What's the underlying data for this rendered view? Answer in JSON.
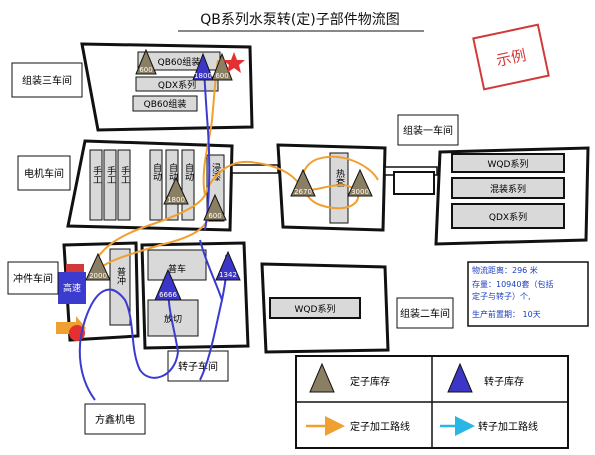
{
  "title": "QB系列水泵转(定)子部件物流图",
  "stamp": "示例",
  "workshops": {
    "assembly3": "组装三车间",
    "motor": "电机车间",
    "stamping": "冲件车间",
    "assembly1": "组装一车间",
    "assembly2": "组装二车间",
    "rotor": "转子车间",
    "supplier": "方鑫机电"
  },
  "stations": {
    "qb60_assembly_top": "QB60组装",
    "qdx_series_top": "QDX系列",
    "qb60_assembly_bottom": "QB60组装",
    "manual_1": "手工",
    "manual_2": "手工",
    "manual_3": "手工",
    "auto_1": "自动",
    "auto_2": "自动",
    "auto_3": "自动",
    "dipping": "浸漆",
    "hipot": "高速",
    "punching": "普冲",
    "lathe": "普车",
    "cutting": "放切",
    "heat_sleeve": "热套",
    "wqd_series_a": "WQD系列",
    "mixed_series": "混装系列",
    "qdx_series_right": "QDX系列",
    "wqd_series_b": "WQD系列"
  },
  "markers": {
    "stator_1": "600",
    "stator_2": "600",
    "stator_3": "1800",
    "stator_4": "600",
    "stator_5": "2000",
    "stator_6": "2670",
    "stator_7": "3000",
    "rotor_1": "1800",
    "rotor_2": "6666",
    "rotor_3": "1342"
  },
  "stats": {
    "distance": "物流距离：296  米",
    "inventory_line1": "存量：10940套（包括",
    "inventory_line2": "定子与转子）个,",
    "leadtime": "生产前置期：  10天"
  },
  "legend": {
    "stator_stock": "定子库存",
    "rotor_stock": "转子库存",
    "stator_route": "定子加工路线",
    "rotor_route": "转子加工路线"
  },
  "colors": {
    "stator_triangle": "#8a7e63",
    "rotor_triangle": "#3b36c8",
    "stator_route": "#f0a030",
    "rotor_route": "#3b3bd0",
    "rotor_route_legend": "#29b6e6",
    "stamp": "#d23a3a",
    "box_fill": "#d9d9d9"
  }
}
